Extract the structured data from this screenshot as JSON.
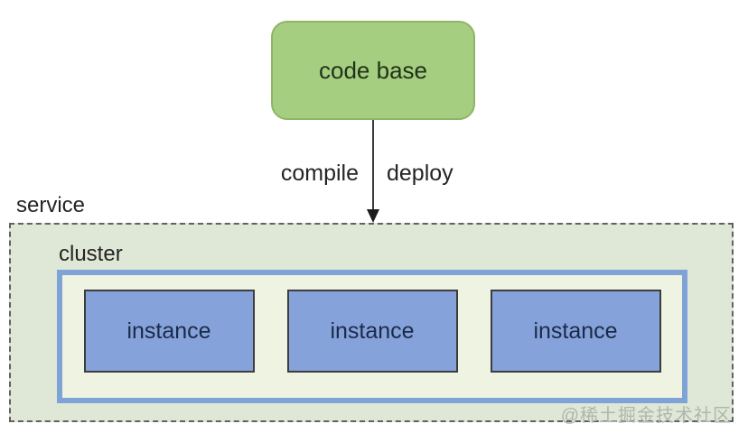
{
  "diagram": {
    "code_base": {
      "label": "code base"
    },
    "arrow": {
      "left_label": "compile",
      "right_label": "deploy"
    },
    "service": {
      "label": "service"
    },
    "cluster": {
      "label": "cluster"
    },
    "instances": [
      {
        "label": "instance"
      },
      {
        "label": "instance"
      },
      {
        "label": "instance"
      }
    ],
    "watermark": "@稀土掘金技术社区",
    "colors": {
      "code_base_fill": "#a6ce80",
      "code_base_border": "#90b368",
      "code_base_text": "#20331a",
      "service_bg": "#dfe8d7",
      "service_border": "#626262",
      "cluster_bg": "#eef3e2",
      "cluster_border": "#7fa3d7",
      "instance_fill": "#85a3da",
      "instance_border": "#3d3d3d",
      "instance_text": "#1c2a4a",
      "label_text": "#242424",
      "arrow": "#3d3d3d",
      "watermark_text": "#aeb7ac",
      "page_bg": "#ffffff"
    }
  }
}
